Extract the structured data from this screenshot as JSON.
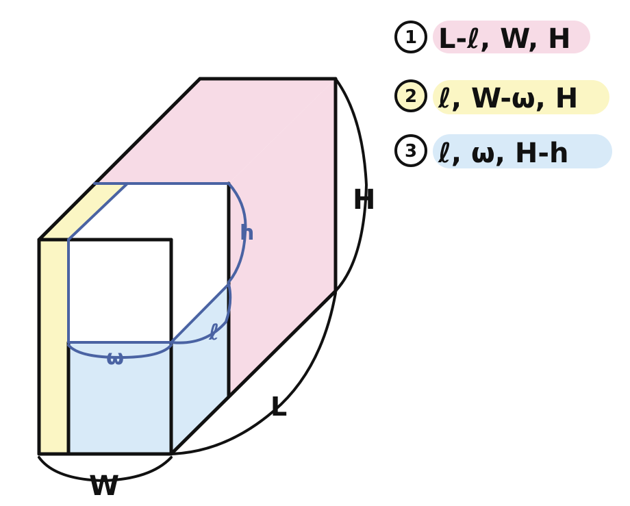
{
  "legend": [
    {
      "number": "1",
      "text": "L-ℓ, W, H",
      "color": "#f7dbe6"
    },
    {
      "number": "2",
      "text": "ℓ, W-ω, H",
      "color": "#fbf6c4"
    },
    {
      "number": "3",
      "text": "ℓ, ω, H-h",
      "color": "#d8eaf8"
    }
  ],
  "dimensions": {
    "big_length": "L",
    "big_width": "W",
    "big_height": "H",
    "small_length": "ℓ",
    "small_width": "ω",
    "small_height": "h"
  },
  "colors": {
    "outline": "#111111",
    "inner_outline": "#4a63a3",
    "region_1": "#f7dbe6",
    "region_2": "#fbf6c4",
    "region_3": "#d8eaf8"
  }
}
